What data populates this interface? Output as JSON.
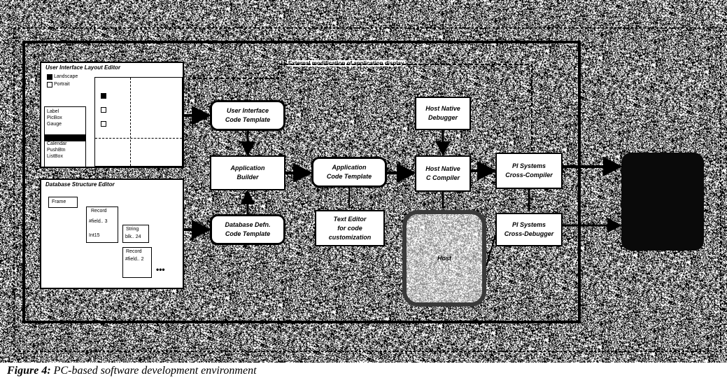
{
  "feedback_label": "External modification of application display",
  "ui_editor": {
    "title": "User Interface Layout Editor",
    "options": [
      "Landscape",
      "Portrait"
    ],
    "widgets": [
      "Label",
      "PicBox",
      "Gauge",
      "",
      "Calendar",
      "PushBtn",
      "ListBox"
    ]
  },
  "db_editor": {
    "title": "Database Structure Editor",
    "frame": "Frame",
    "record_header": "Record",
    "record_fields": [
      "#field.. 3",
      "Int15"
    ],
    "string_header": "String",
    "string_field": "blk.. 24",
    "record2_header": "Record",
    "record2_field": "#field.. 2",
    "more": "•••"
  },
  "blocks": {
    "ui_template": "User Interface\nCode Template",
    "app_builder": "Application\nBuilder",
    "db_template": "Database Defn.\nCode Template",
    "app_template": "Application\nCode Template",
    "text_editor": "Text Editor\nfor code\ncustomization",
    "host_debugger": "Host Native\nDebugger",
    "host_compiler": "Host Native\nC Compiler",
    "pi_compiler": "PI Systems\nCross-Compiler",
    "pi_debugger": "PI Systems\nCross-Debugger",
    "host_disk": "Host"
  },
  "caption": {
    "figure": "Figure 4:",
    "text": "PC-based software development environment"
  }
}
